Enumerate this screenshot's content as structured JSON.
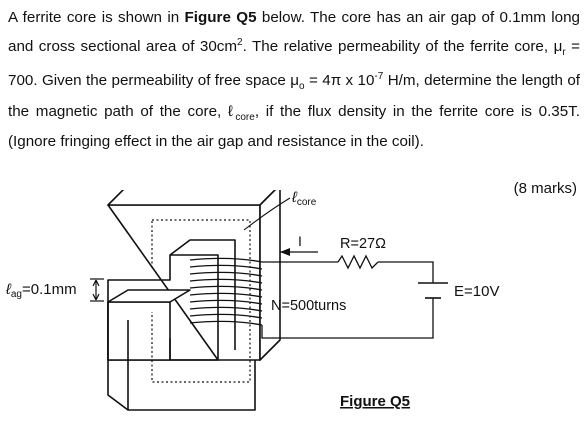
{
  "question": {
    "p1": "A ferrite core is shown in ",
    "fig_ref": "Figure Q5",
    "p2": " below. The core has an air gap of 0.1mm long and cross sectional area of 30cm",
    "area_exp": "2",
    "p3": ". The relative permeability of the ferrite core, ",
    "mu_r_sym": "μ",
    "mu_r_sub": "r",
    "p4": " = 700. Given the permeability of free space ",
    "mu_0_sym": "μ",
    "mu_0_sub": "o",
    "p5": " = 4π x 10",
    "p5_exp": "-7",
    "p6": " H/m, determine the length of the magnetic path of the core, ",
    "l_sym": "ℓ",
    "l_sub": "core",
    "p7": ", if the flux density in the ferrite core is 0.35T. (Ignore fringing effect in the air gap and resistance in the coil)."
  },
  "marks": "(8 marks)",
  "figure": {
    "l_core_sym": "ℓ",
    "l_core_sub": "core",
    "l_ag_sym": "ℓ",
    "l_ag_sub": "ag",
    "l_ag_val": "=0.1mm",
    "current": "I",
    "resistor": "R=27Ω",
    "turns": "N=500turns",
    "emf": "E=10V",
    "caption": "Figure Q5"
  }
}
